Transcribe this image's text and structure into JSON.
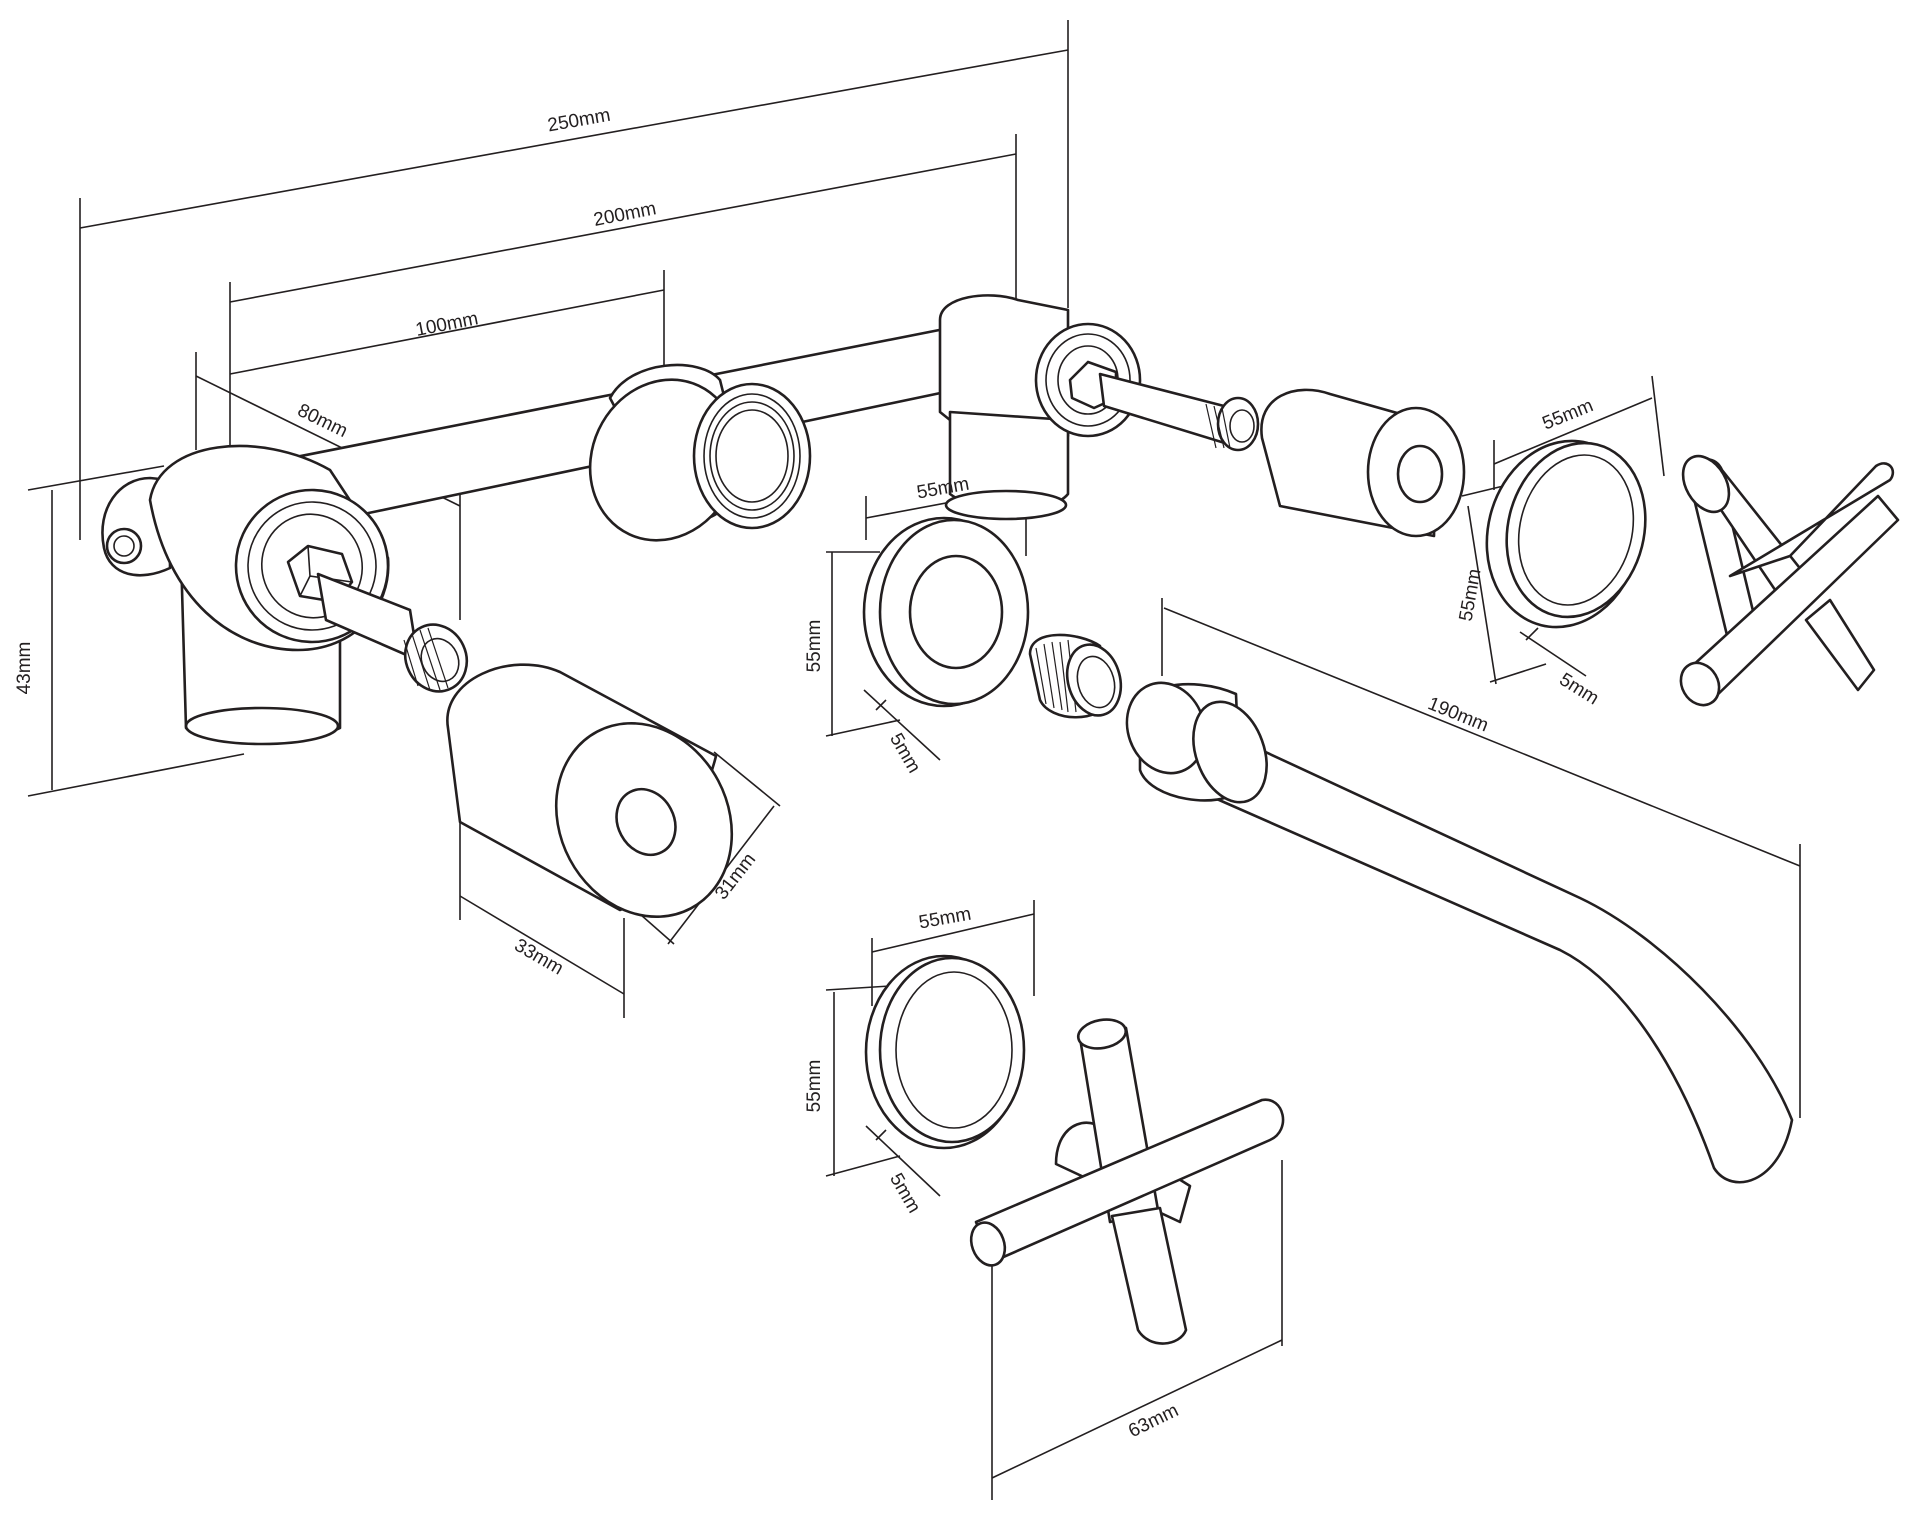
{
  "dimensions": {
    "overall_width": "250mm",
    "outlet_spacing": "200mm",
    "valve_spacing": "100mm",
    "body_depth": "80mm",
    "body_height": "43mm",
    "lever_diameter": "31mm",
    "lever_length": "33mm",
    "flange_center_width": "55mm",
    "flange_center_height": "55mm",
    "flange_center_thickness": "5mm",
    "flange_right_width": "55mm",
    "flange_right_height": "55mm",
    "flange_right_thickness": "5mm",
    "flange_bottom_width": "55mm",
    "flange_bottom_height": "55mm",
    "flange_bottom_thickness": "5mm",
    "spout_length": "190mm",
    "handle_span": "63mm"
  }
}
